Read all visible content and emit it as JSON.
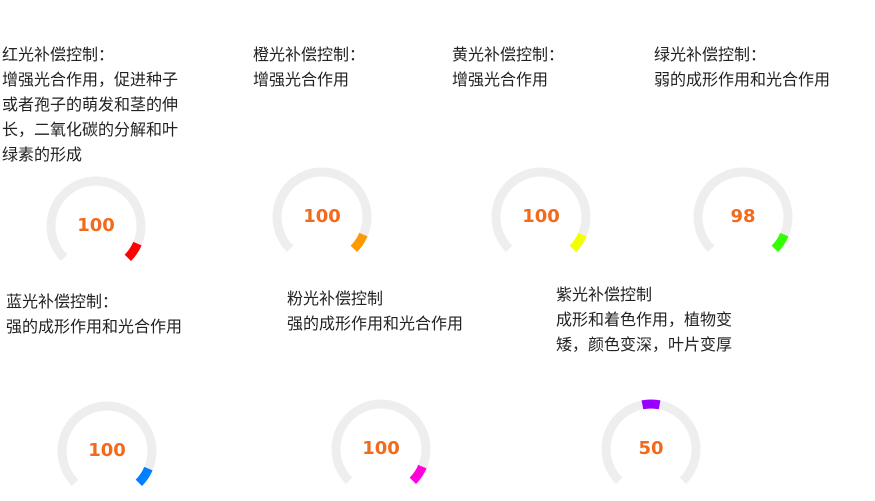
{
  "track_color": "#eeeeee",
  "value_color": "#f26a1b",
  "gauge_max": 100,
  "controls": [
    {
      "title": "红光补偿控制：",
      "description": "增强光合作用，促进种子或者孢子的萌发和茎的伸长，二氧化碳的分解和叶绿素的形成",
      "value": 100,
      "color": "#ff0000"
    },
    {
      "title": "橙光补偿控制：",
      "description": "增强光合作用",
      "value": 100,
      "color": "#ff9900"
    },
    {
      "title": "黄光补偿控制：",
      "description": "增强光合作用",
      "value": 100,
      "color": "#f2ff00"
    },
    {
      "title": "绿光补偿控制：",
      "description": "弱的成形作用和光合作用",
      "value": 98,
      "color": "#33ff00"
    },
    {
      "title": "蓝光补偿控制：",
      "description": "强的成形作用和光合作用",
      "value": 100,
      "color": "#0080ff"
    },
    {
      "title": "粉光补偿控制",
      "description": "强的成形作用和光合作用",
      "value": 100,
      "color": "#ff00dd"
    },
    {
      "title": "紫光补偿控制",
      "description": "成形和着色作用，植物变矮，颜色变深，叶片变厚",
      "value": 50,
      "color": "#9900ff"
    }
  ]
}
